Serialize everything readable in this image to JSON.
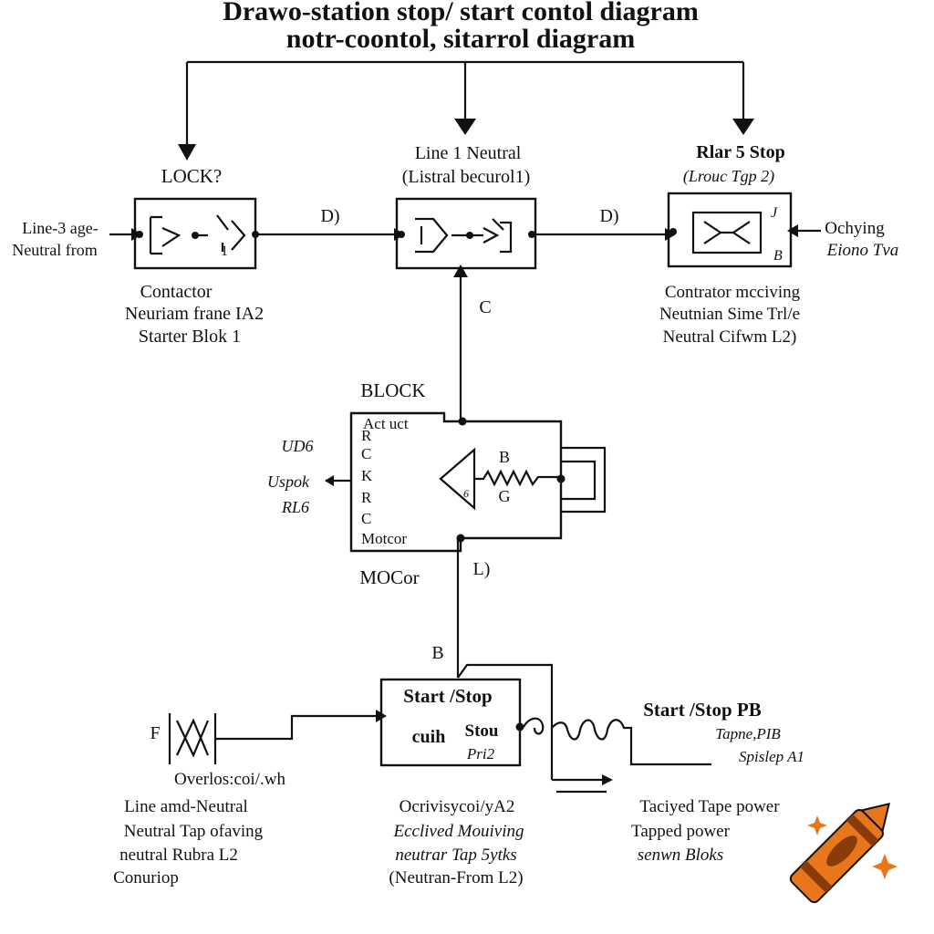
{
  "title": {
    "line1": "Drawo-station stop/ start contol diagram",
    "line2": "notr-coontol, sitarrol diagram"
  },
  "block_left": {
    "header": "LOCK?",
    "side_lines": [
      "Line-3 age-",
      "Neutral from"
    ],
    "inner_marks": [
      "1"
    ],
    "caption": [
      "Contactor",
      "Neuriam frane IA2",
      "Starter  Blok 1"
    ]
  },
  "block_center": {
    "header": [
      "Line 1 Neutral",
      "(Listral becurol1)"
    ]
  },
  "block_right": {
    "header": [
      "Rlar 5 Stop",
      "(Lrouc Tgp 2)"
    ],
    "inner_marks": [
      "J",
      "B"
    ],
    "side_lines": [
      "Ochying",
      "Eiono Tva"
    ],
    "caption": [
      "Contrator mcciving",
      "Neutnian Sime Trl/e",
      "Neutral Cifwm L2)"
    ]
  },
  "wire_labels": {
    "d_left": "D)",
    "d_right": "D)",
    "c": "C",
    "l": "L)",
    "b_wire": "B"
  },
  "block_motor": {
    "title": "BLOCK",
    "inner_lines": [
      "Act uct",
      "R",
      "C",
      "K",
      "R",
      "C",
      "Motcor"
    ],
    "left_labels": [
      "UD6",
      "Uspok",
      "RL6"
    ],
    "resistor_labels": [
      "B",
      "G"
    ],
    "triangle_mark": "6",
    "under_label": "MOCor"
  },
  "block_start": {
    "title": "Start /Stop",
    "inner": [
      "cuih",
      "Stou",
      "Pri2"
    ],
    "right_labels": [
      "Start /Stop PB",
      "Tapne,PIB",
      "Spislep A1"
    ]
  },
  "overload": {
    "f_label": "F",
    "label": "Overlos:coi/.wh",
    "caption": [
      "Line amd-Neutral",
      "Neutral Tap ofaving",
      "neutral Rubra L2",
      "Conuriop"
    ]
  },
  "caption_center": [
    "Ocrivisycoi/yA2",
    "Ecclived Mouiving",
    "neutrar Tap 5ytks",
    "(Neutran-From L2)"
  ],
  "caption_right": [
    "Taciyed Tape power",
    "Tapped power",
    "senwn Bloks"
  ],
  "icon": "crayon-icon",
  "colors": {
    "ink": "#111111",
    "crayon_body": "#E8761A",
    "crayon_dark": "#8A3B0A",
    "sparkle": "#E8761A"
  }
}
